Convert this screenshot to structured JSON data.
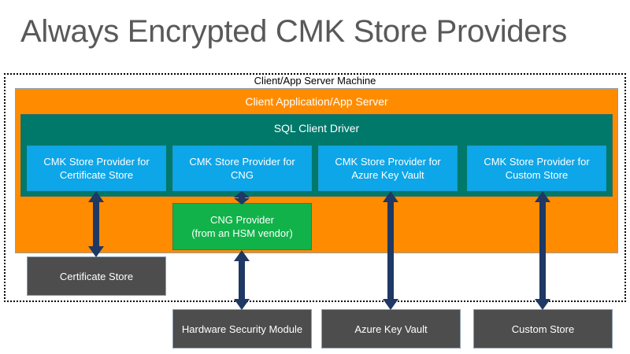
{
  "title": "Always Encrypted CMK Store Providers",
  "colors": {
    "title_text": "#595959",
    "orange": "#FF8C00",
    "teal": "#00796B",
    "blue": "#0DA6E8",
    "green": "#12B24A",
    "gray": "#4D4D4D",
    "arrow_navy": "#1F3864",
    "boundary": "#000000"
  },
  "diagram": {
    "boundary_label": "Client/App Server Machine",
    "client_app_server": "Client Application/App Server",
    "sql_client_driver": "SQL Client Driver",
    "cmk_providers": [
      {
        "label": "CMK Store Provider for Certificate Store"
      },
      {
        "label": "CMK Store Provider for CNG"
      },
      {
        "label": "CMK Store Provider for Azure Key Vault"
      },
      {
        "label": "CMK Store Provider for Custom Store"
      }
    ],
    "cng_provider": "CNG Provider\n(from an HSM vendor)",
    "stores": [
      {
        "label": "Certificate Store"
      },
      {
        "label": "Hardware Security Module"
      },
      {
        "label": "Azure Key Vault"
      },
      {
        "label": "Custom Store"
      }
    ],
    "connectors": [
      {
        "name": "certificate-store-connector",
        "from": "CMK Store Provider for Certificate Store",
        "to": "Certificate Store",
        "style": "double-headed"
      },
      {
        "name": "cng-provider-connector",
        "from": "CMK Store Provider for CNG",
        "to": "CNG Provider",
        "style": "double-headed"
      },
      {
        "name": "hsm-connector",
        "from": "CNG Provider",
        "to": "Hardware Security Module",
        "style": "double-headed"
      },
      {
        "name": "azure-key-vault-connector",
        "from": "CMK Store Provider for Azure Key Vault",
        "to": "Azure Key Vault",
        "style": "double-headed"
      },
      {
        "name": "custom-store-connector",
        "from": "CMK Store Provider for Custom Store",
        "to": "Custom Store",
        "style": "double-headed"
      }
    ]
  }
}
